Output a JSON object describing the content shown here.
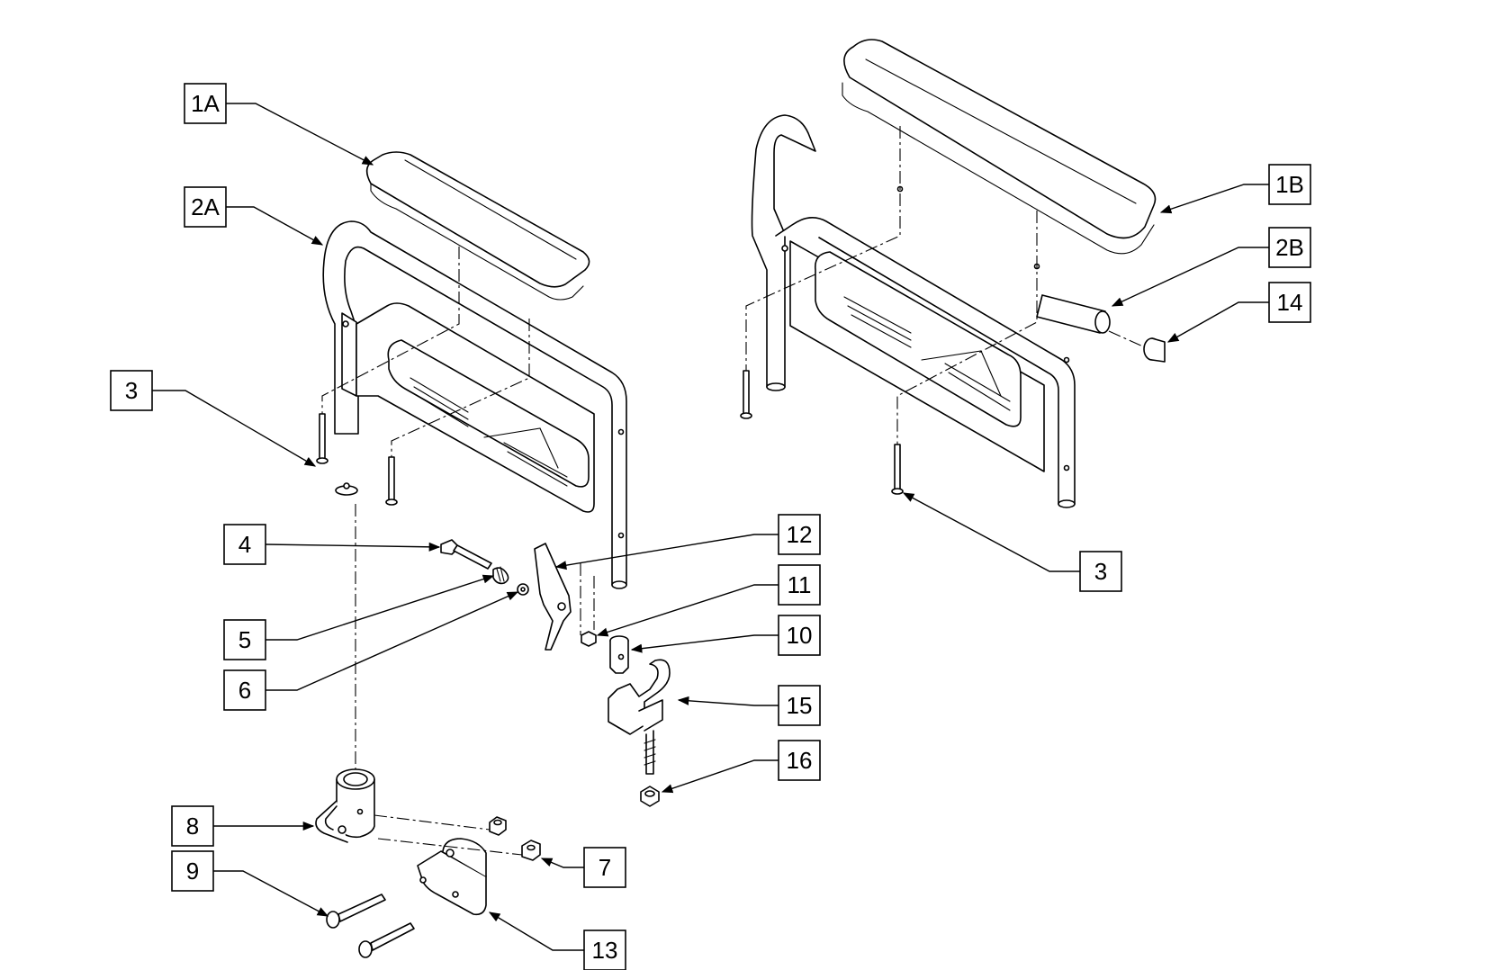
{
  "diagram": {
    "callouts": [
      {
        "id": "1A",
        "label": "1A"
      },
      {
        "id": "2A",
        "label": "2A"
      },
      {
        "id": "3L",
        "label": "3"
      },
      {
        "id": "4",
        "label": "4"
      },
      {
        "id": "5",
        "label": "5"
      },
      {
        "id": "6",
        "label": "6"
      },
      {
        "id": "8",
        "label": "8"
      },
      {
        "id": "9",
        "label": "9"
      },
      {
        "id": "13",
        "label": "13"
      },
      {
        "id": "7",
        "label": "7"
      },
      {
        "id": "12",
        "label": "12"
      },
      {
        "id": "11",
        "label": "11"
      },
      {
        "id": "10",
        "label": "10"
      },
      {
        "id": "15",
        "label": "15"
      },
      {
        "id": "16",
        "label": "16"
      },
      {
        "id": "1B",
        "label": "1B"
      },
      {
        "id": "2B",
        "label": "2B"
      },
      {
        "id": "14",
        "label": "14"
      },
      {
        "id": "3R",
        "label": "3"
      }
    ]
  }
}
